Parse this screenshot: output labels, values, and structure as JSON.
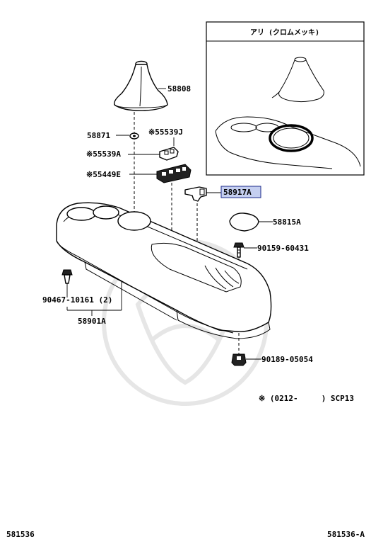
{
  "inset": {
    "title": "アリ (クロムメッキ)"
  },
  "labels": {
    "boot": "58808",
    "ring": "58871",
    "clip_j": "※55539J",
    "clip_a": "※55539A",
    "indicator": "※55449E",
    "holder": "58917A",
    "pad": "58815A",
    "bolt": "90159-60431",
    "screw": "90467-10161 (2)",
    "console": "58901A",
    "nut": "90189-05054"
  },
  "note": "※ (0212-     ) SCP13",
  "footer": {
    "left": "581536",
    "right": "581536-A"
  },
  "colors": {
    "highlight_fill": "#c5cff0",
    "highlight_stroke": "#1b2a8a"
  }
}
